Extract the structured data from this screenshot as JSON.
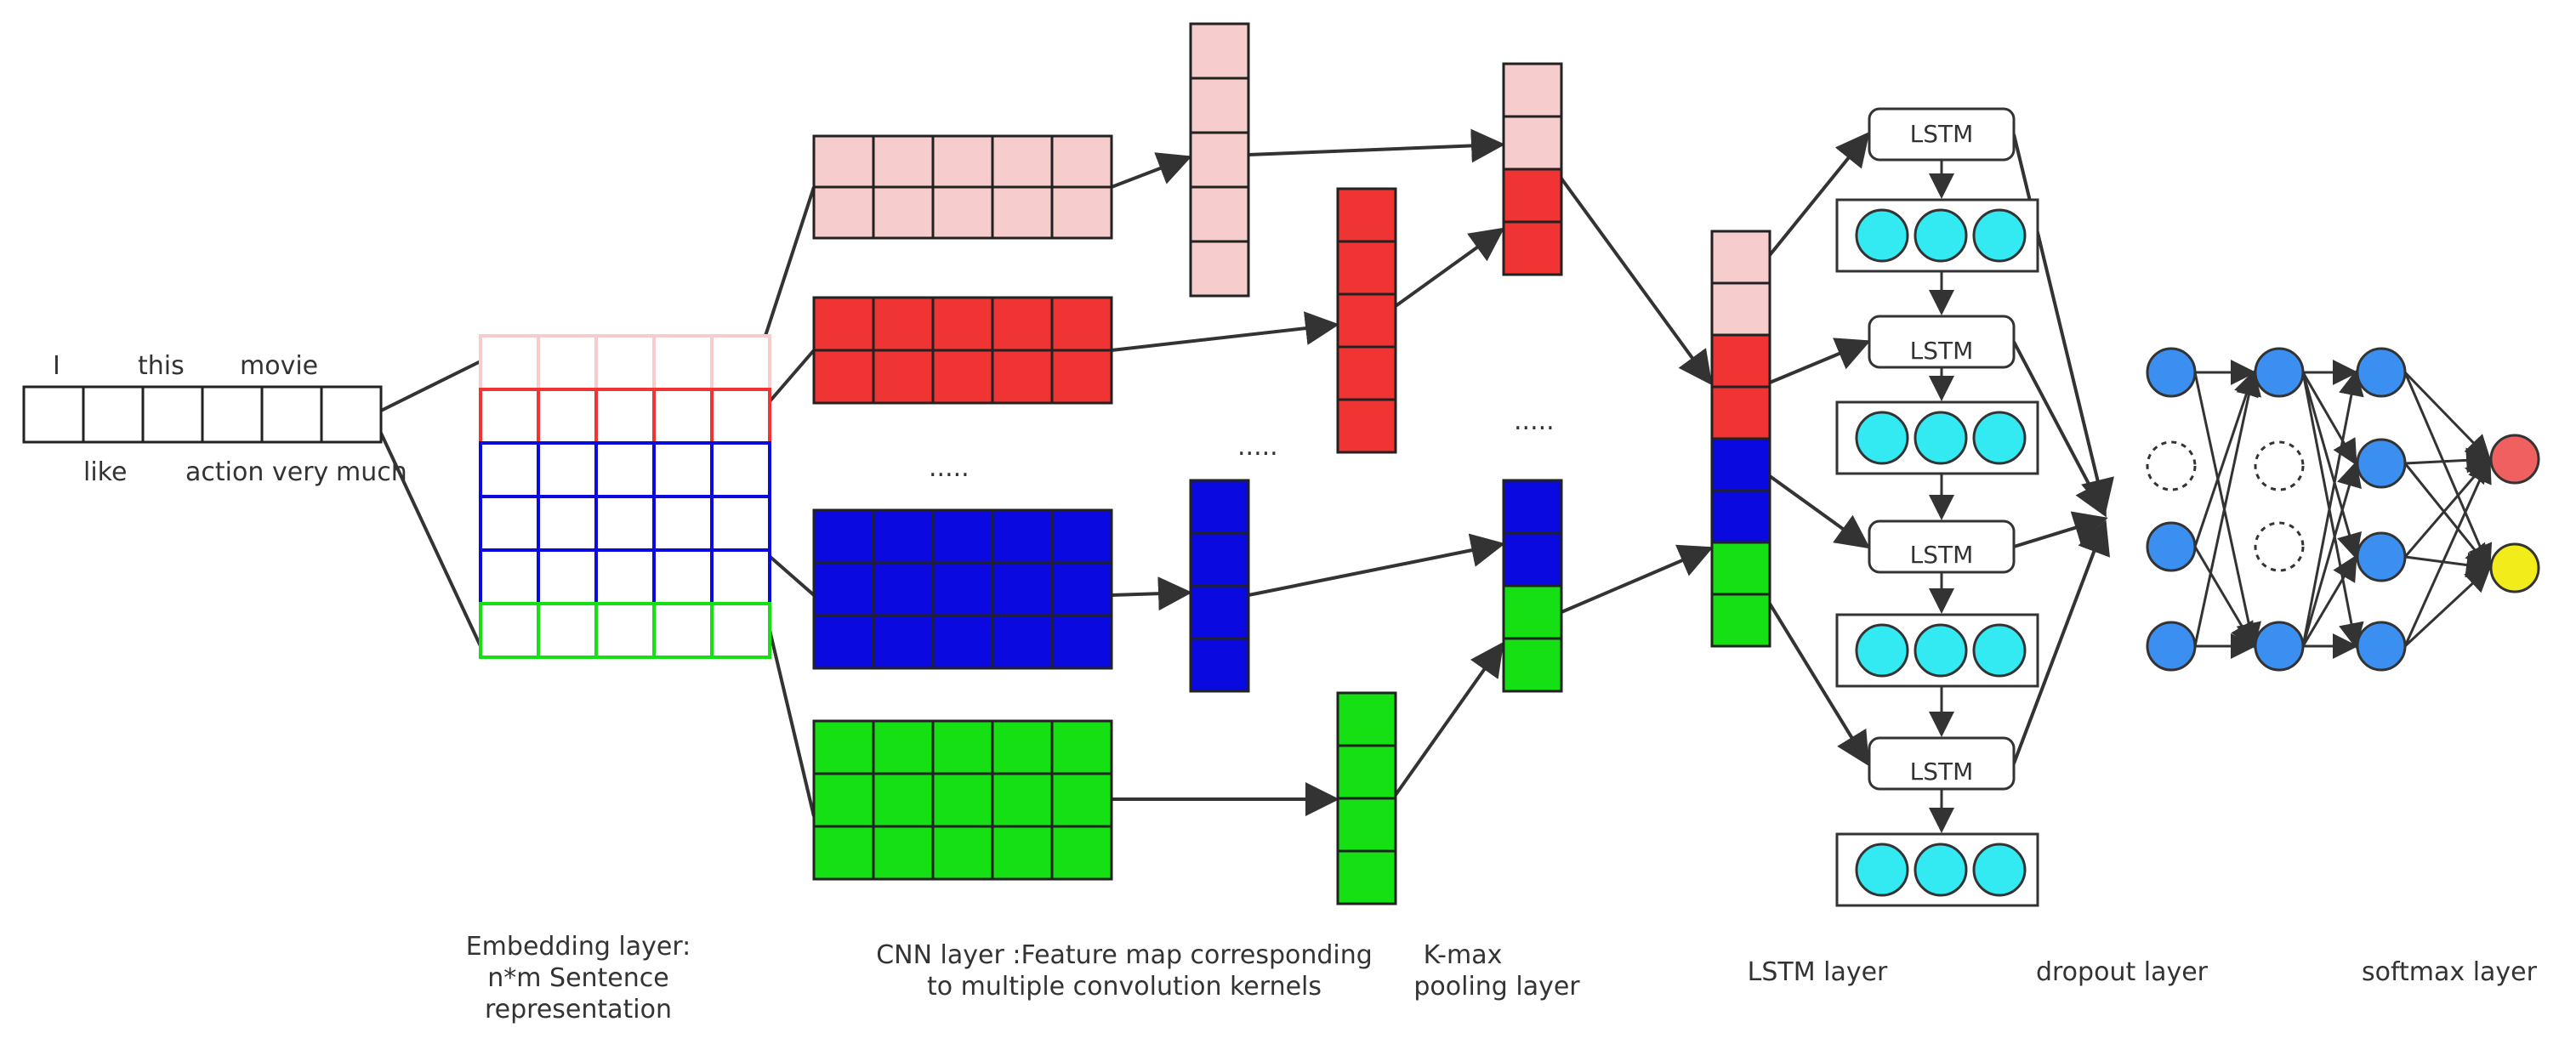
{
  "input_words_top": [
    "I",
    "this",
    "movie"
  ],
  "input_words_bottom": [
    "like",
    "action",
    "very",
    "much"
  ],
  "ellipsis": ".....",
  "lstm_label": "LSTM",
  "captions": {
    "embedding": [
      "Embedding layer:",
      "n*m Sentence",
      "representation"
    ],
    "cnn": [
      "CNN layer :Feature map corresponding",
      "to multiple convolution kernels"
    ],
    "kmax": [
      "K-max",
      "pooling layer"
    ],
    "lstm": "LSTM layer",
    "dropout": "dropout layer",
    "softmax": "softmax layer"
  },
  "colors": {
    "pink": "#f7cccc",
    "red": "#f03434",
    "blue": "#0a0ae0",
    "green": "#14e014",
    "cyan": "#33eaf2",
    "node_blue": "#3b8ff0",
    "out_red": "#f06060",
    "out_yellow": "#f2ec1a",
    "line": "#333333"
  }
}
